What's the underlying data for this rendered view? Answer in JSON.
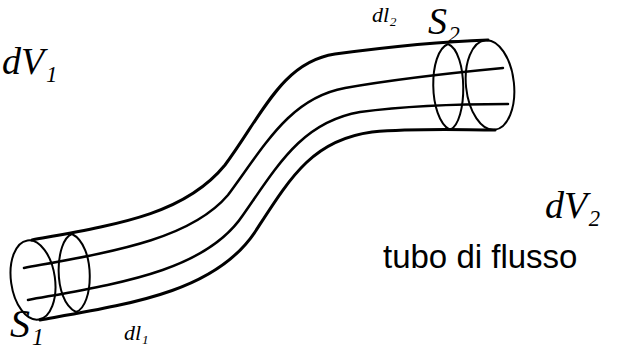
{
  "diagram": {
    "labels": [
      "dl₂",
      "S₂",
      "dV₁",
      "dV₂",
      "tubo di flusso",
      "S₁",
      "dl₁"
    ]
  }
}
